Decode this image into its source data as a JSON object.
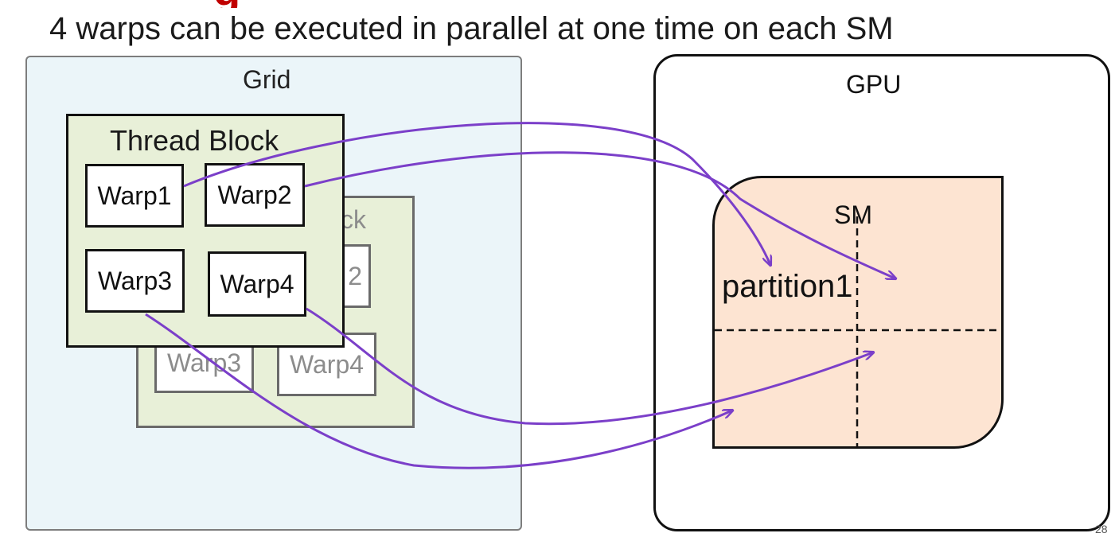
{
  "slide": {
    "title_fragment": "g",
    "subtitle": "4 warps can be executed in parallel at one time on each SM",
    "page_number": "28"
  },
  "grid": {
    "label": "Grid",
    "back_block": {
      "title_fragment": "ck",
      "warp2_fragment": "2",
      "warp3": "Warp3",
      "warp4": "Warp4"
    },
    "front_block": {
      "title": "Thread Block",
      "warps": [
        "Warp1",
        "Warp2",
        "Warp3",
        "Warp4"
      ]
    }
  },
  "gpu": {
    "label": "GPU",
    "sm": {
      "label": "SM",
      "partition_label": "partition1"
    }
  },
  "colors": {
    "arrow": "#7b3fc9",
    "title_red": "#c00000",
    "grid_fill": "#ebf5f9",
    "block_fill": "#e8f0d8",
    "sm_fill": "#fde4d2"
  }
}
